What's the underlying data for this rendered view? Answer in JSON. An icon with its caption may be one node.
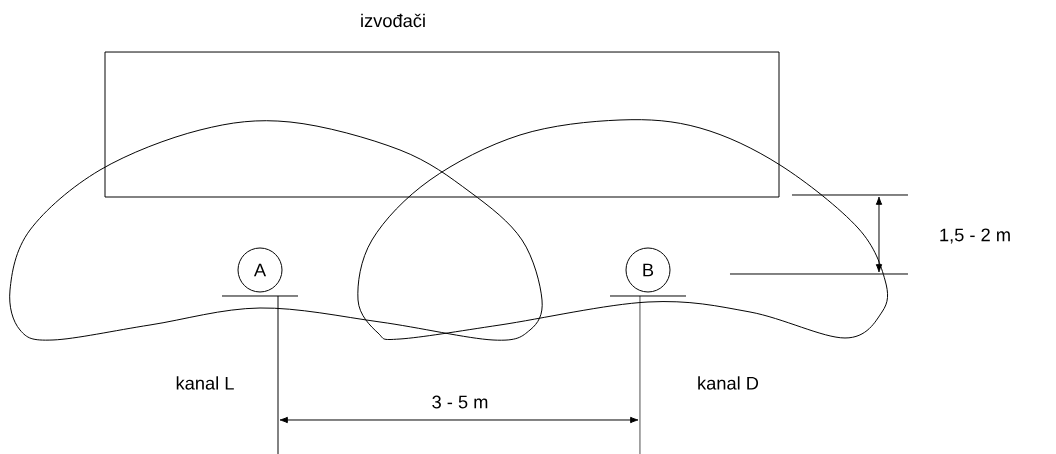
{
  "diagram": {
    "nodes": [
      {
        "text": [
          "izvođači"
        ]
      },
      {
        "text": [
          "A"
        ]
      },
      {
        "text": [
          "B"
        ]
      }
    ],
    "labels": [
      "1,5 - 2 m",
      "kanal L",
      "kanal D",
      "3 - 5 m"
    ]
  }
}
